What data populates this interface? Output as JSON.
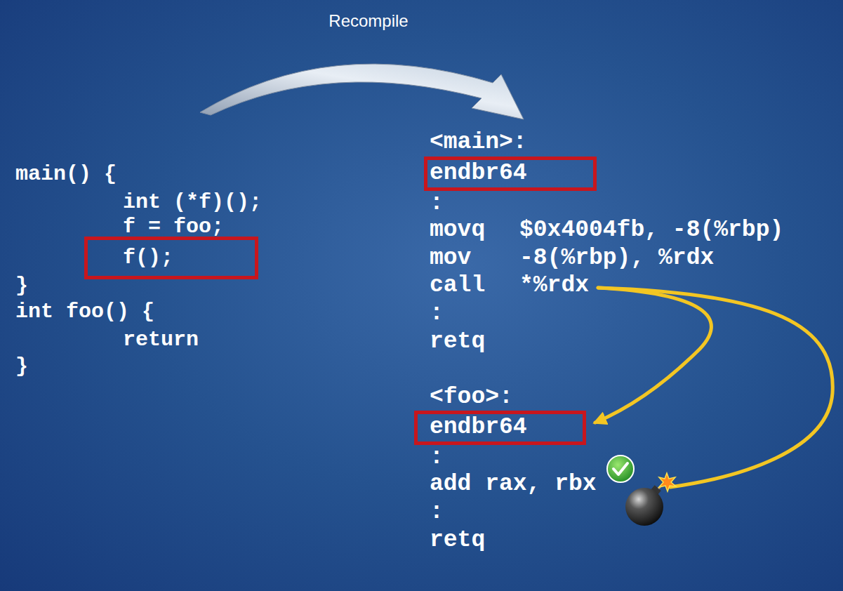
{
  "diagram": {
    "nodes": [
      {
        "text": [
          "f();"
        ]
      },
      {
        "text": [
          "endbr64"
        ]
      },
      {
        "text": [
          "endbr64"
        ]
      }
    ],
    "labels": [
      "Recompile",
      "main() {",
      "int (*f)();",
      "f = foo;",
      "}",
      "int foo() {",
      "return",
      "}",
      "<main>:",
      ":",
      "movq",
      "$0x4004fb, -8(%rbp)",
      "mov",
      "-8(%rbp), %rdx",
      "call",
      "*%rdx",
      ":",
      "retq",
      "<foo>:",
      ":",
      "add rax, rbx",
      ":",
      "retq"
    ]
  }
}
